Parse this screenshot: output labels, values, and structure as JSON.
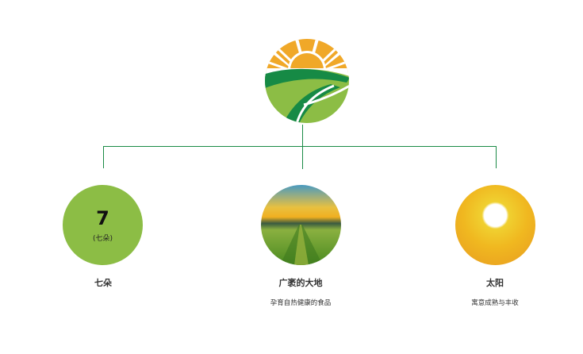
{
  "logo": {
    "name": "七朵 logo",
    "colors": {
      "sun": "#f0a828",
      "dark_green": "#168a45",
      "light_green": "#8cbd45"
    }
  },
  "nodes": [
    {
      "title": "七朵",
      "circle_number": "7",
      "circle_caption": "(七朵)",
      "subtitle": ""
    },
    {
      "title": "广袤的大地",
      "subtitle": "孕育自热健康的食品"
    },
    {
      "title": "太阳",
      "subtitle": "寓意成熟与丰收"
    }
  ],
  "colors": {
    "connector": "#1a8a45",
    "green_circle": "#8cbd45"
  }
}
